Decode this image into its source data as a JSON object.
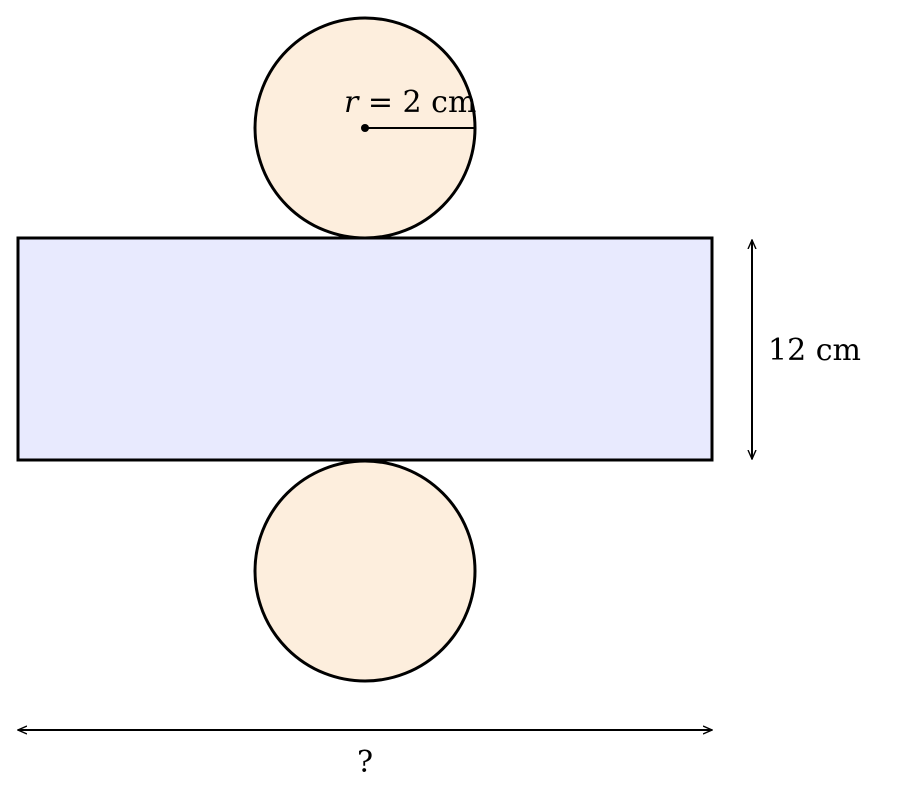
{
  "diagram": {
    "radius_label_var": "r",
    "radius_label_rest": " = 2 cm",
    "height_label": "12 cm",
    "width_label": "?"
  },
  "colors": {
    "circle_fill": "#fdeedd",
    "rect_fill": "#e8eafe",
    "stroke": "#000000",
    "background": "#ffffff"
  }
}
